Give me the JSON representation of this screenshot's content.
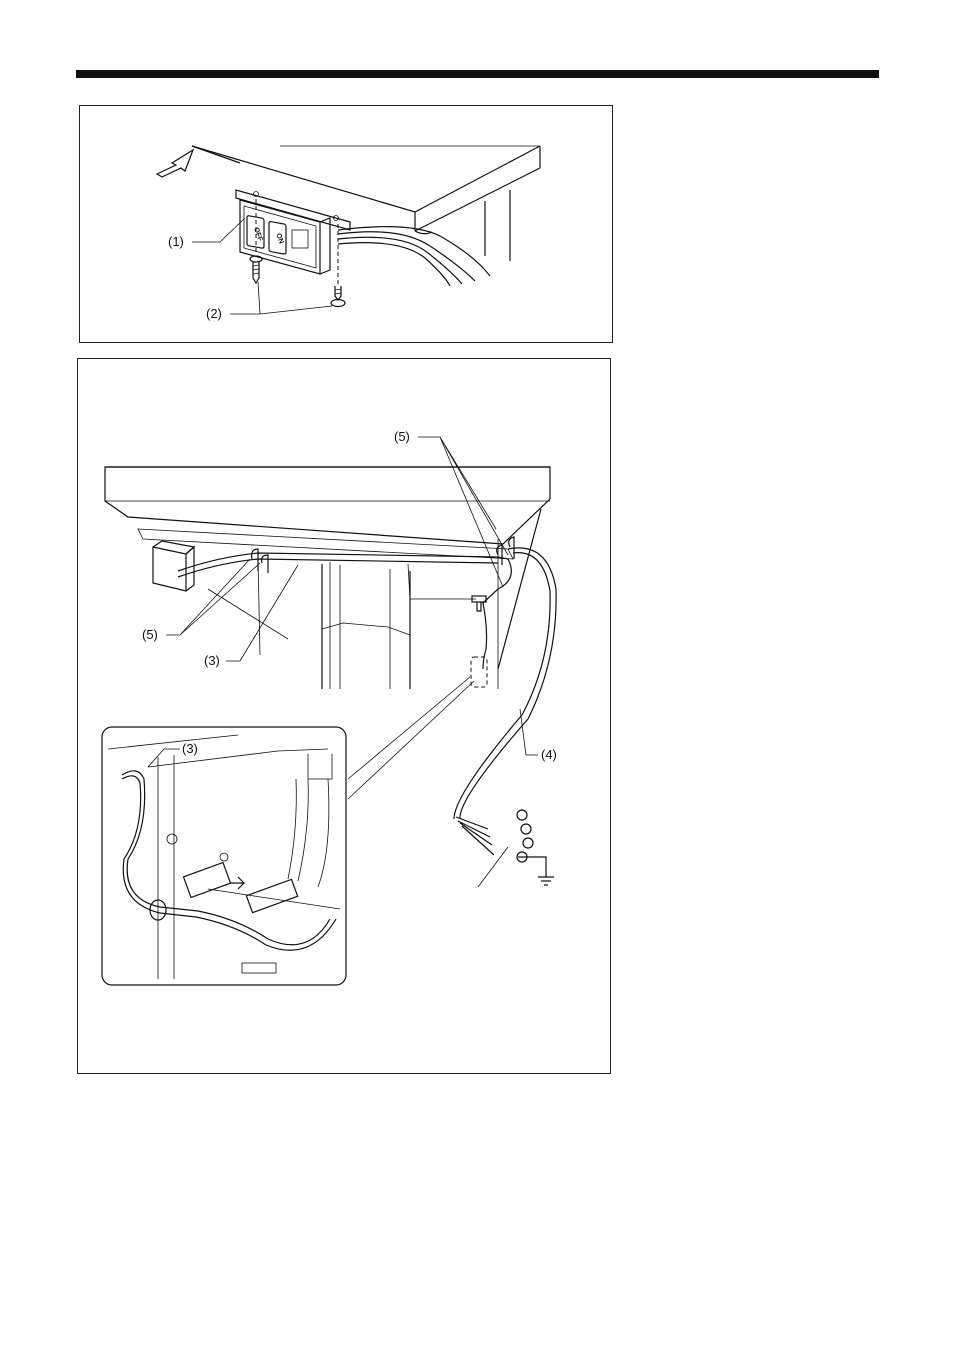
{
  "figure1": {
    "switch_off_label": "OFF",
    "switch_on_label": "ON",
    "callouts": [
      "(1)",
      "(2)"
    ]
  },
  "figure2": {
    "callouts": {
      "top_clips": "(5)",
      "left_clips": "(5)",
      "cord_3": "(3)",
      "cord_4": "(4)",
      "inset_cord_3": "(3)"
    }
  }
}
